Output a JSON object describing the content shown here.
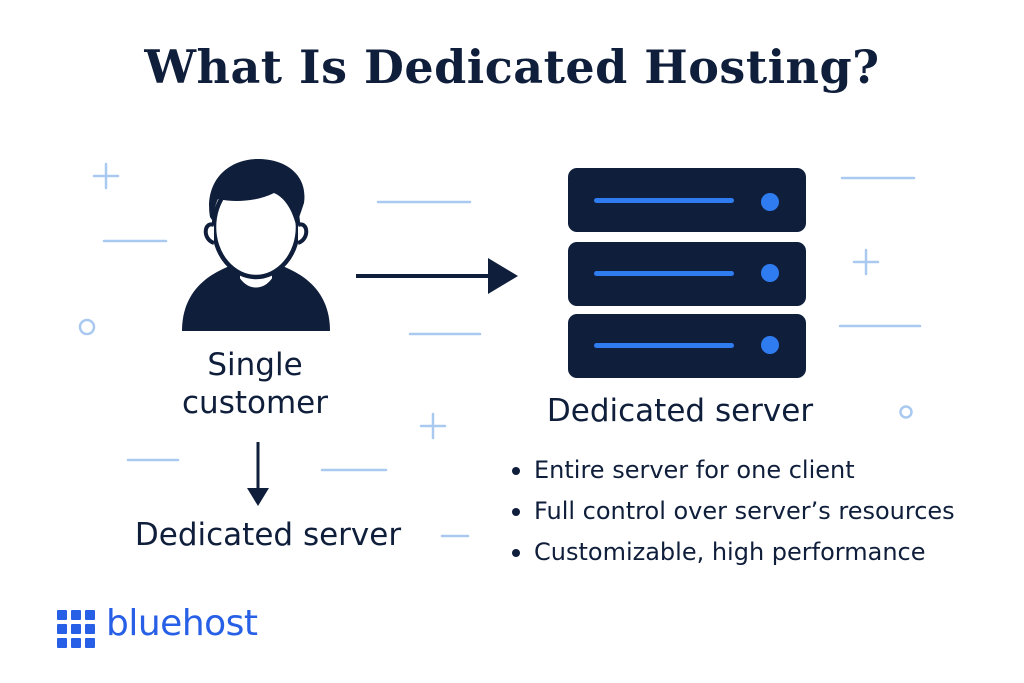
{
  "title": "What Is Dedicated Hosting?",
  "customer": {
    "label_line1": "Single",
    "label_line2": "customer"
  },
  "customer_result_label": "Dedicated server",
  "server": {
    "label": "Dedicated server",
    "features": [
      "Entire server for one client",
      "Full control over server’s resources",
      "Customizable, high performance"
    ]
  },
  "brand": {
    "name": "bluehost"
  },
  "colors": {
    "navy": "#0f1e3a",
    "accent_blue": "#2760e6",
    "decor_blue": "#9ec3ef"
  }
}
